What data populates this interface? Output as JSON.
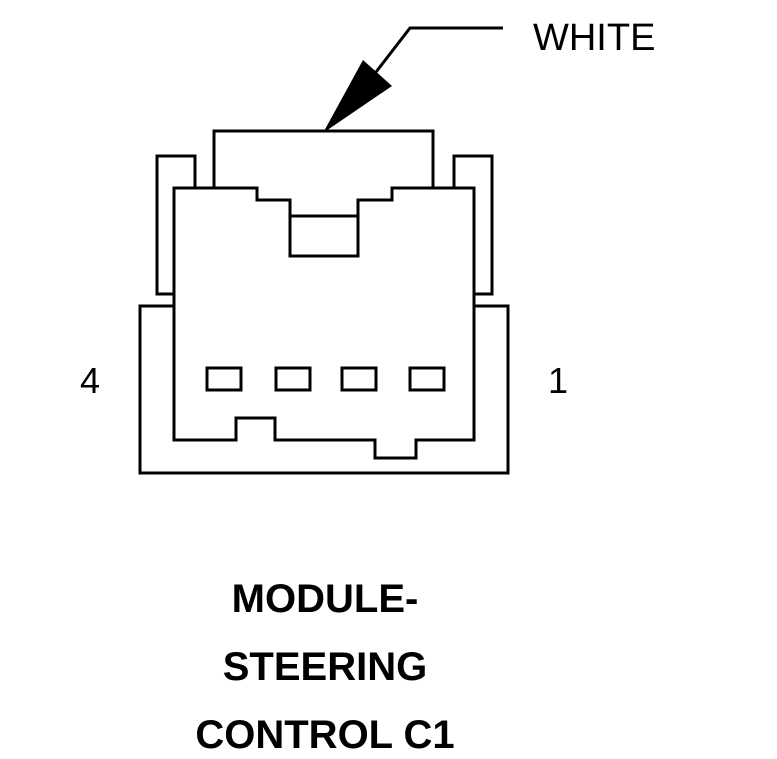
{
  "connector": {
    "color_label": "WHITE",
    "pin_left": "4",
    "pin_right": "1",
    "cavity_count": 4
  },
  "caption": {
    "lines": [
      "MODULE-",
      "STEERING",
      "CONTROL C1"
    ]
  },
  "colors": {
    "stroke": "#000000",
    "background": "#ffffff"
  }
}
